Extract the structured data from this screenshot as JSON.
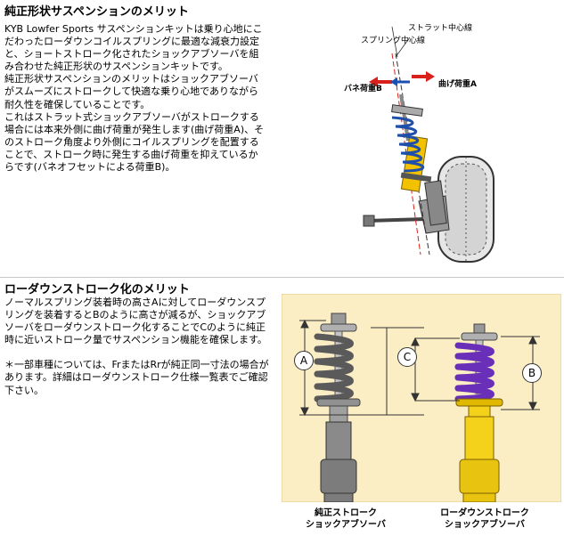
{
  "section1": {
    "title": "純正形状サスペンションのメリット",
    "paragraphs": [
      "KYB Lowfer Sports サスペンションキットは乗り心地にこだわったローダウンコイルスプリングに最適な減衰力設定と、ショートストローク化されたショックアブソーバを組み合わせた純正形状のサスペンションキットです。",
      "純正形状サスペンションのメリットはショックアブソーバがスムーズにストロークして快適な乗り心地でありながら耐久性を確保していることです。",
      "これはストラット式ショックアブソーバがストロークする場合には本来外側に曲げ荷重が発生します(曲げ荷重A)、そのストローク角度より外側にコイルスプリングを配置することで、ストローク時に発生する曲げ荷重を抑えているからです(バネオフセットによる荷重B)。"
    ]
  },
  "diagram1": {
    "labels": {
      "spring_center": "スプリング中心線",
      "strut_center": "ストラット中心線",
      "spring_load_b": "バネ荷重B",
      "bend_load_a": "曲げ荷重A"
    },
    "colors": {
      "arrow_red": "#d9201a",
      "arrow_blue": "#1a4fb5",
      "strut_yellow": "#f2c200",
      "coil_blue": "#1f4fa8"
    }
  },
  "section2": {
    "title": "ローダウンストローク化のメリット",
    "paragraphs": [
      "ノーマルスプリング装着時の高さAに対してローダウンスプリングを装着するとBのように高さが減るが、ショックアブソーバをローダウンストローク化することでCのように純正時に近いストローク量でサスペンション機能を確保します。",
      "＊一部車種については、FrまたはRrが純正同一寸法の場合があります。詳細はローダウンストローク仕様一覧表でご確認下さい。"
    ]
  },
  "diagram2": {
    "labels": {
      "a": "A",
      "b": "B",
      "c": "C"
    },
    "caption_left": [
      "純正ストローク",
      "ショックアブソーバ"
    ],
    "caption_right": [
      "ローダウンストローク",
      "ショックアブソーバ"
    ],
    "colors": {
      "panel_bg": "#fbeec4",
      "coil_purple": "#6a2fb8",
      "body_yellow": "#f4d21c",
      "normal_grey": "#8a8a8a"
    }
  }
}
